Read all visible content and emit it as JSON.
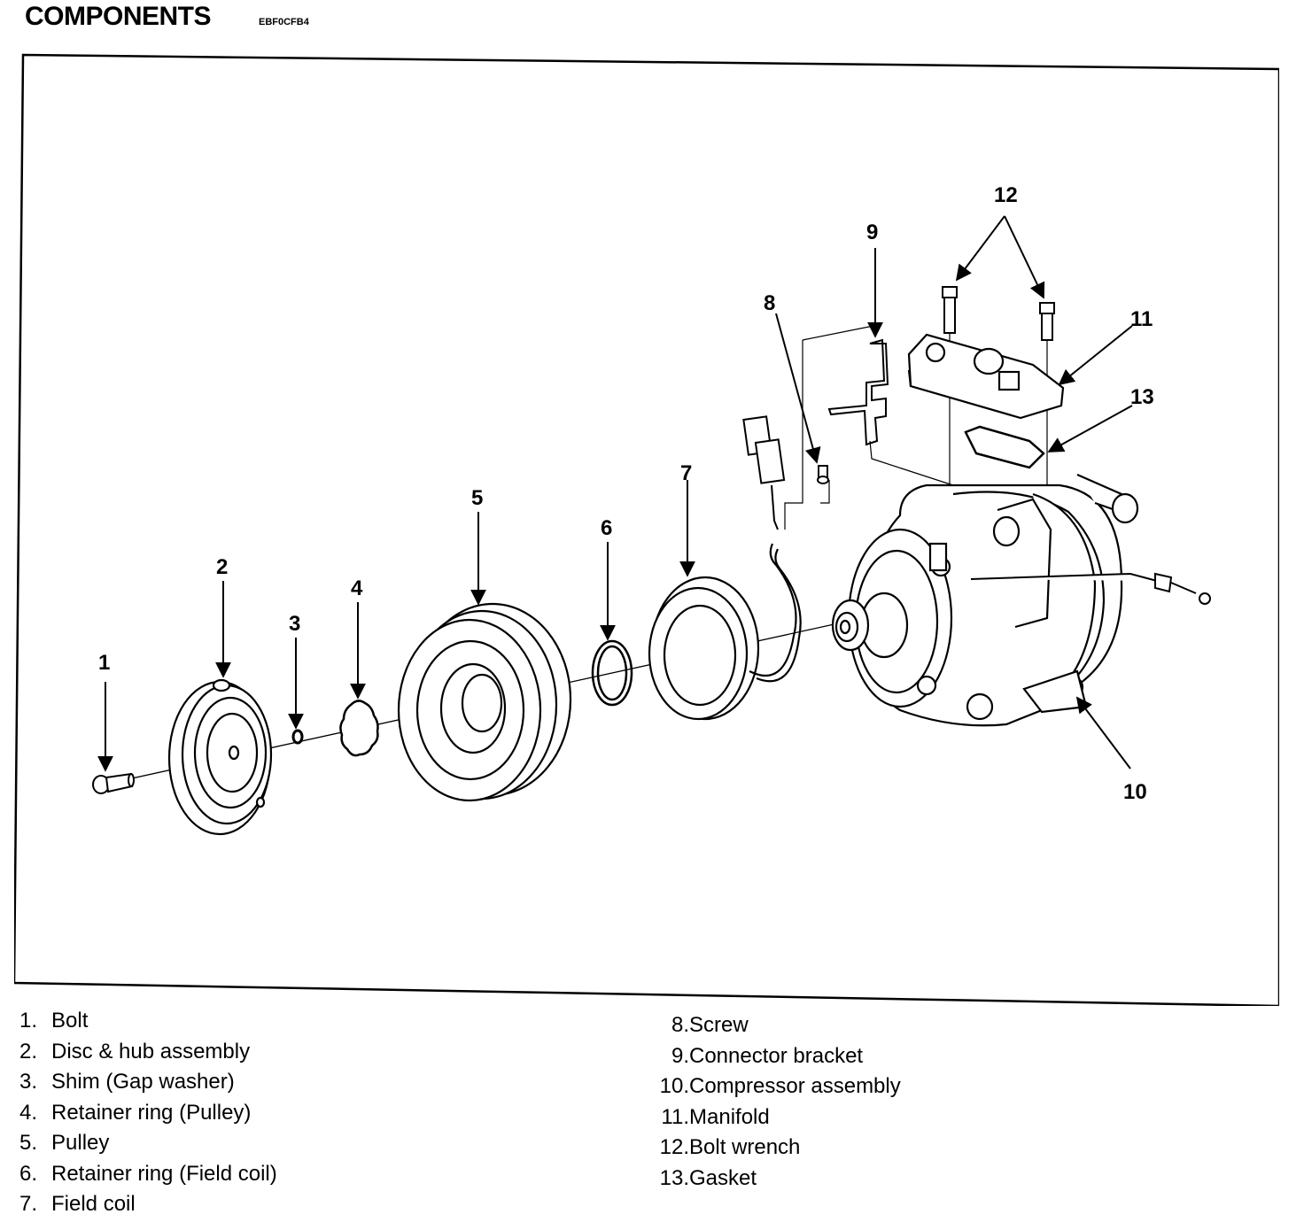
{
  "header": {
    "title": "COMPONENTS",
    "code": "EBF0CFB4"
  },
  "callouts": {
    "c1": "1",
    "c2": "2",
    "c3": "3",
    "c4": "4",
    "c5": "5",
    "c6": "6",
    "c7": "7",
    "c8": "8",
    "c9": "9",
    "c10": "10",
    "c11": "11",
    "c12": "12",
    "c13": "13"
  },
  "legend": {
    "left": [
      {
        "num": "1.",
        "label": "Bolt"
      },
      {
        "num": "2.",
        "label": "Disc & hub assembly"
      },
      {
        "num": "3.",
        "label": "Shim (Gap washer)"
      },
      {
        "num": "4.",
        "label": "Retainer ring (Pulley)"
      },
      {
        "num": "5.",
        "label": "Pulley"
      },
      {
        "num": "6.",
        "label": "Retainer ring (Field coil)"
      },
      {
        "num": "7.",
        "label": "Field coil"
      }
    ],
    "right": [
      {
        "num": "8.",
        "label": "Screw"
      },
      {
        "num": "9.",
        "label": "Connector bracket"
      },
      {
        "num": "10.",
        "label": "Compressor assembly"
      },
      {
        "num": "11.",
        "label": "Manifold"
      },
      {
        "num": "12.",
        "label": "Bolt wrench"
      },
      {
        "num": "13.",
        "label": "Gasket"
      }
    ]
  }
}
